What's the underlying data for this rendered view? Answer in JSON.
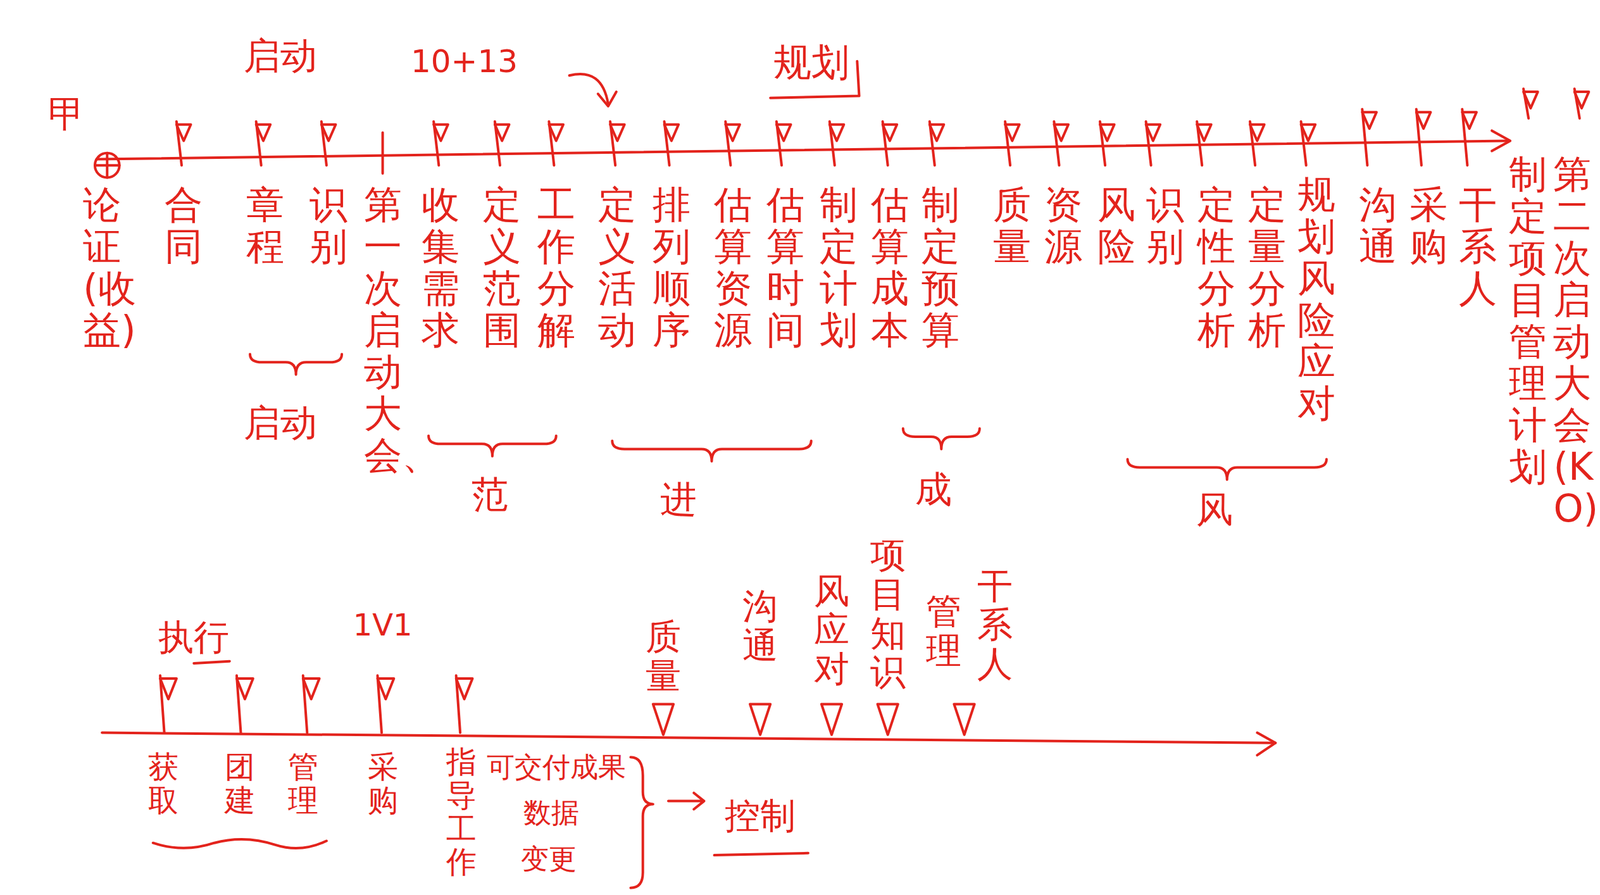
{
  "diagram": {
    "labels": [
      "甲",
      "启动",
      "10+13",
      "规划",
      "论证(收益)",
      "合同",
      "章程",
      "识别",
      "第一次启动大会、",
      "1V1",
      "收集需求",
      "定义范围",
      "工作分解",
      "定义活动",
      "排列顺序",
      "估算资源",
      "估算时间",
      "制定计划",
      "估算成本",
      "制定预算",
      "质量",
      "资源",
      "风险",
      "识别",
      "定性分析",
      "定量分析",
      "规划风险应对",
      "沟通",
      "采购",
      "干系人",
      "制定项目管理计划",
      "第二次启动大会(KO)",
      "启动",
      "范",
      "进",
      "成",
      "风",
      "执行",
      "质量",
      "沟通",
      "风应对",
      "项目知识",
      "管理",
      "干系人",
      "获取",
      "团建",
      "管理",
      "采购",
      "指导工作",
      "可交付成果",
      "数据",
      "变更",
      "控制"
    ]
  }
}
